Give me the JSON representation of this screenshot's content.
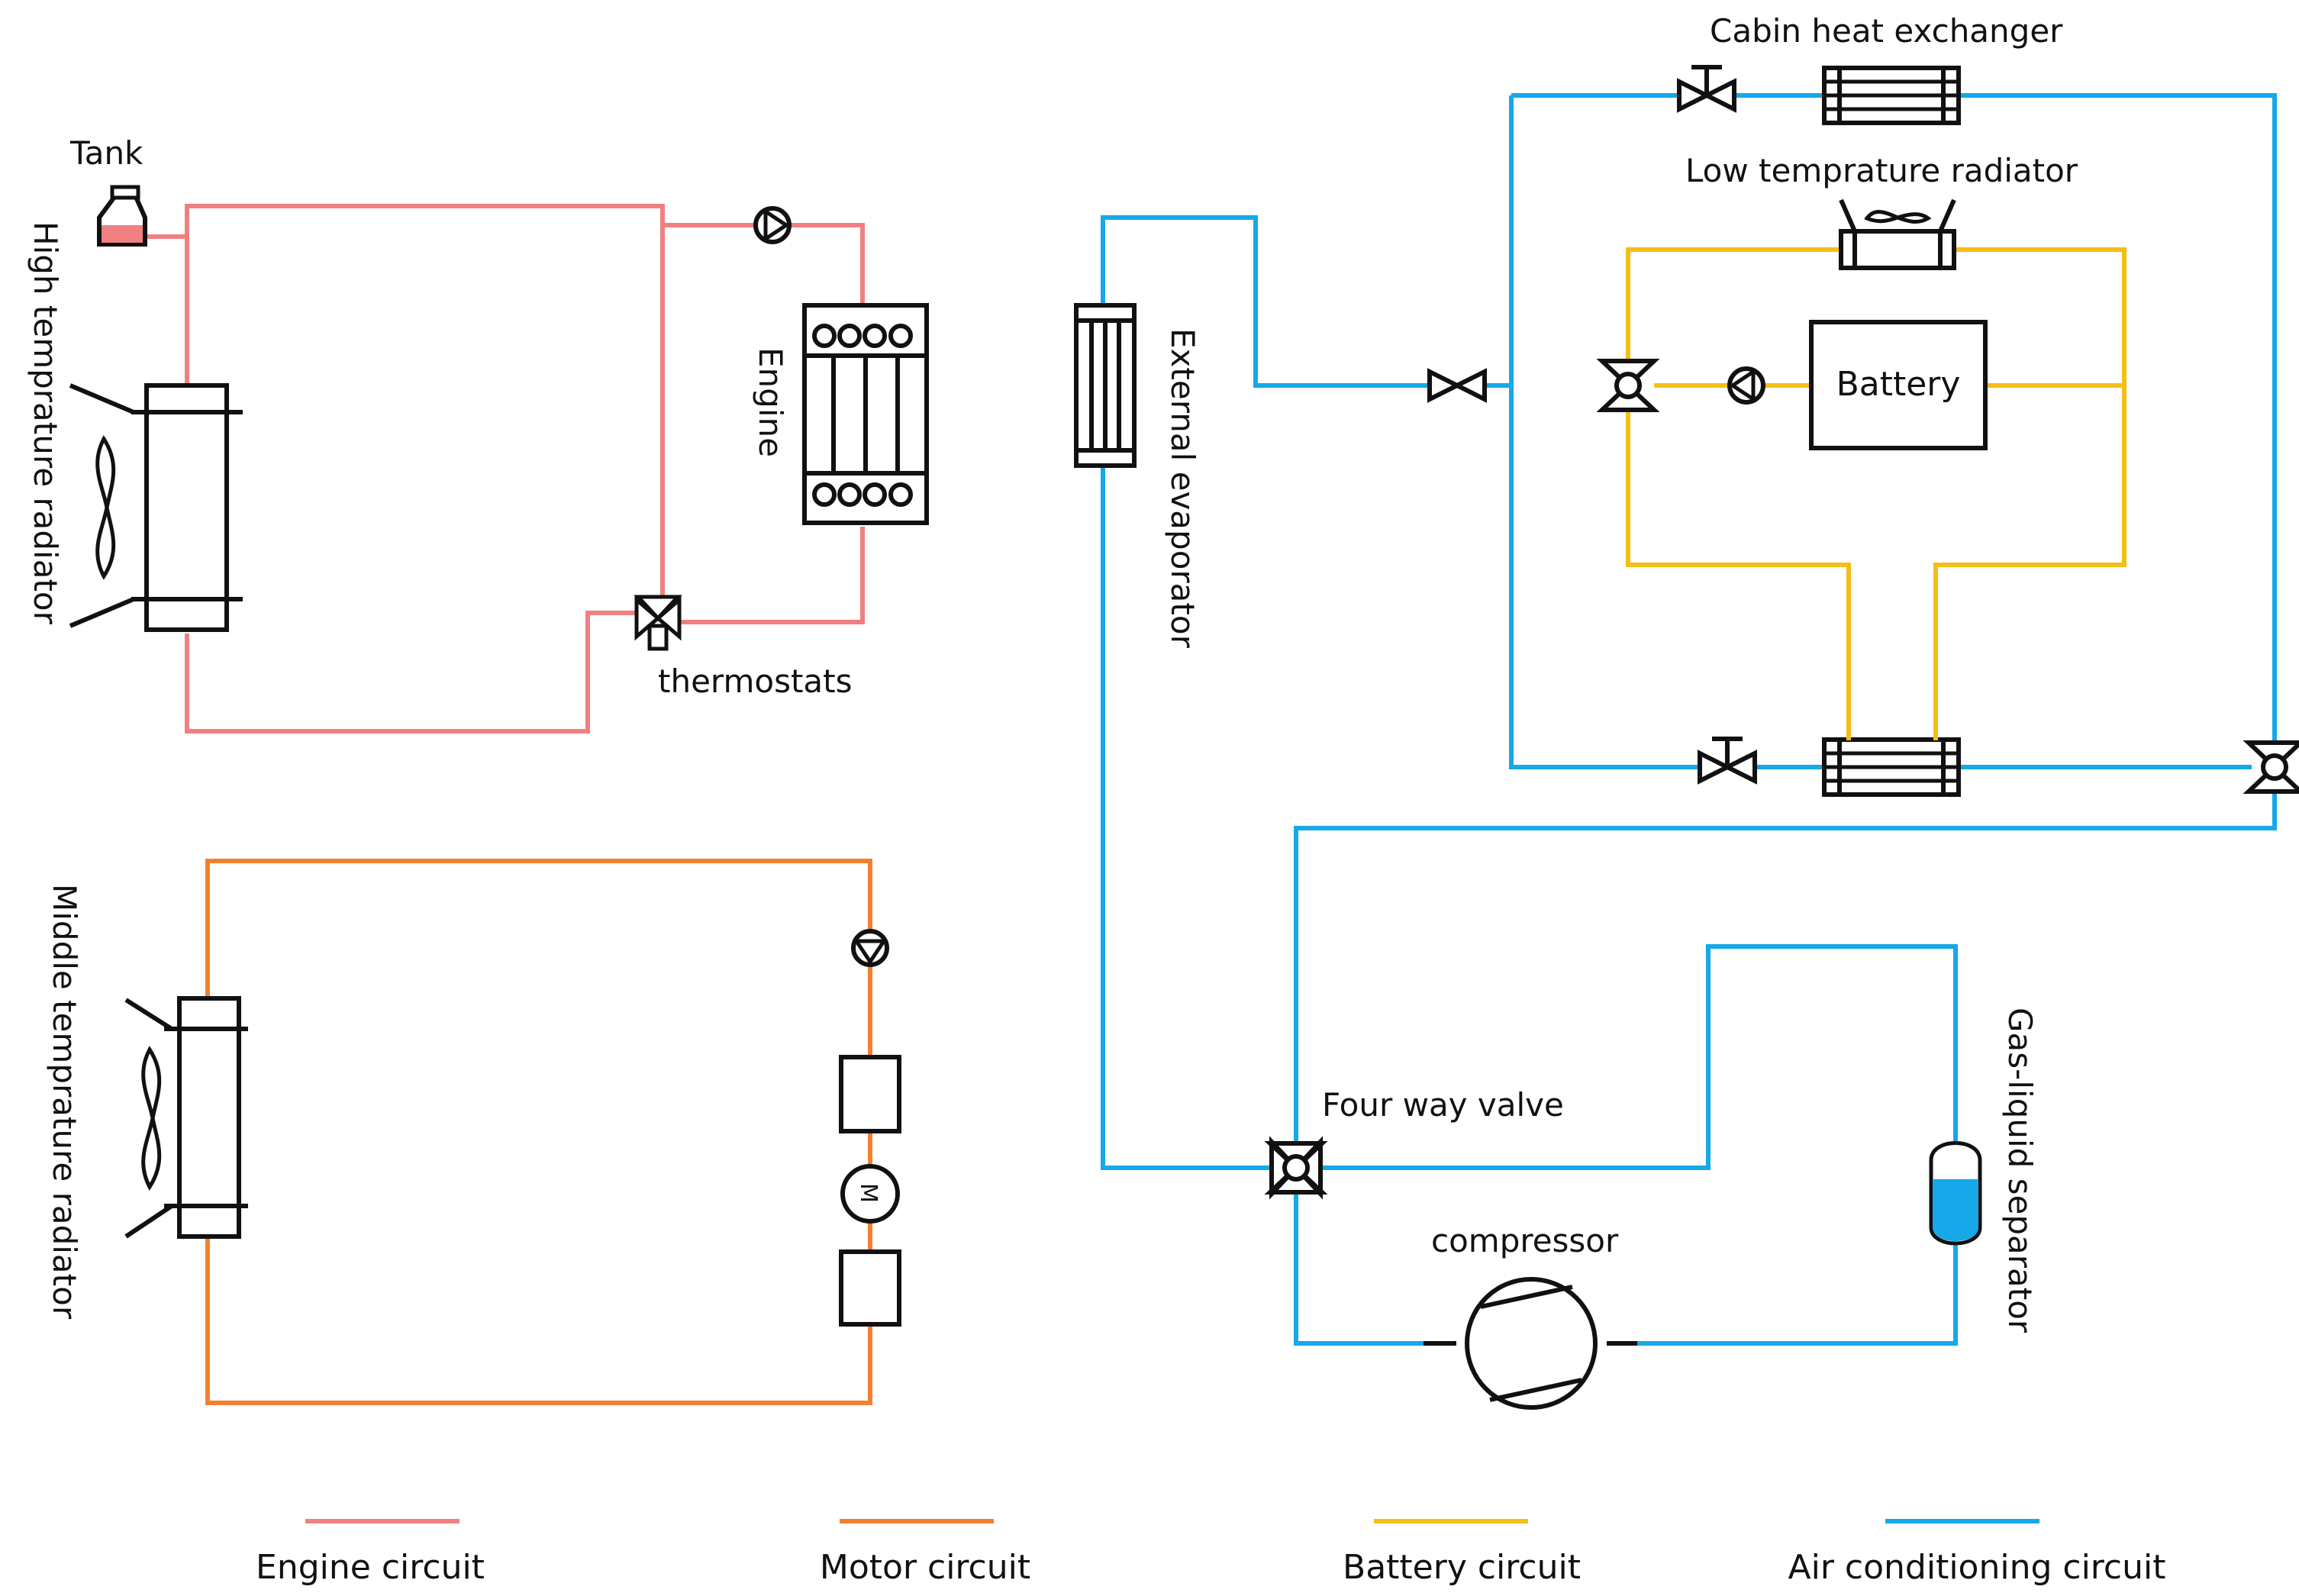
{
  "colors": {
    "engine": "#f08080",
    "motor": "#f28030",
    "battery": "#f5be16",
    "air": "#16a8e8",
    "symbol": "#111111"
  },
  "labels": {
    "tank": "Tank",
    "high_temp_radiator": "High temprature radiator",
    "engine": "Engine",
    "thermostats": "thermostats",
    "middle_temp_radiator": "Middle temprature radiator",
    "motor": "M",
    "external_evaporator": "External evaporator",
    "cabin_heat_exchanger": "Cabin heat exchanger",
    "low_temp_radiator": "Low temprature radiator",
    "battery": "Battery",
    "four_way_valve": "Four way valve",
    "compressor": "compressor",
    "gas_liquid_separator": "Gas-liquid separator"
  },
  "legend": [
    {
      "label": "Engine circuit",
      "color": "#f08080"
    },
    {
      "label": "Motor circuit",
      "color": "#f28030"
    },
    {
      "label": "Battery circuit",
      "color": "#f5be16"
    },
    {
      "label": "Air conditioning circuit",
      "color": "#16a8e8"
    }
  ]
}
